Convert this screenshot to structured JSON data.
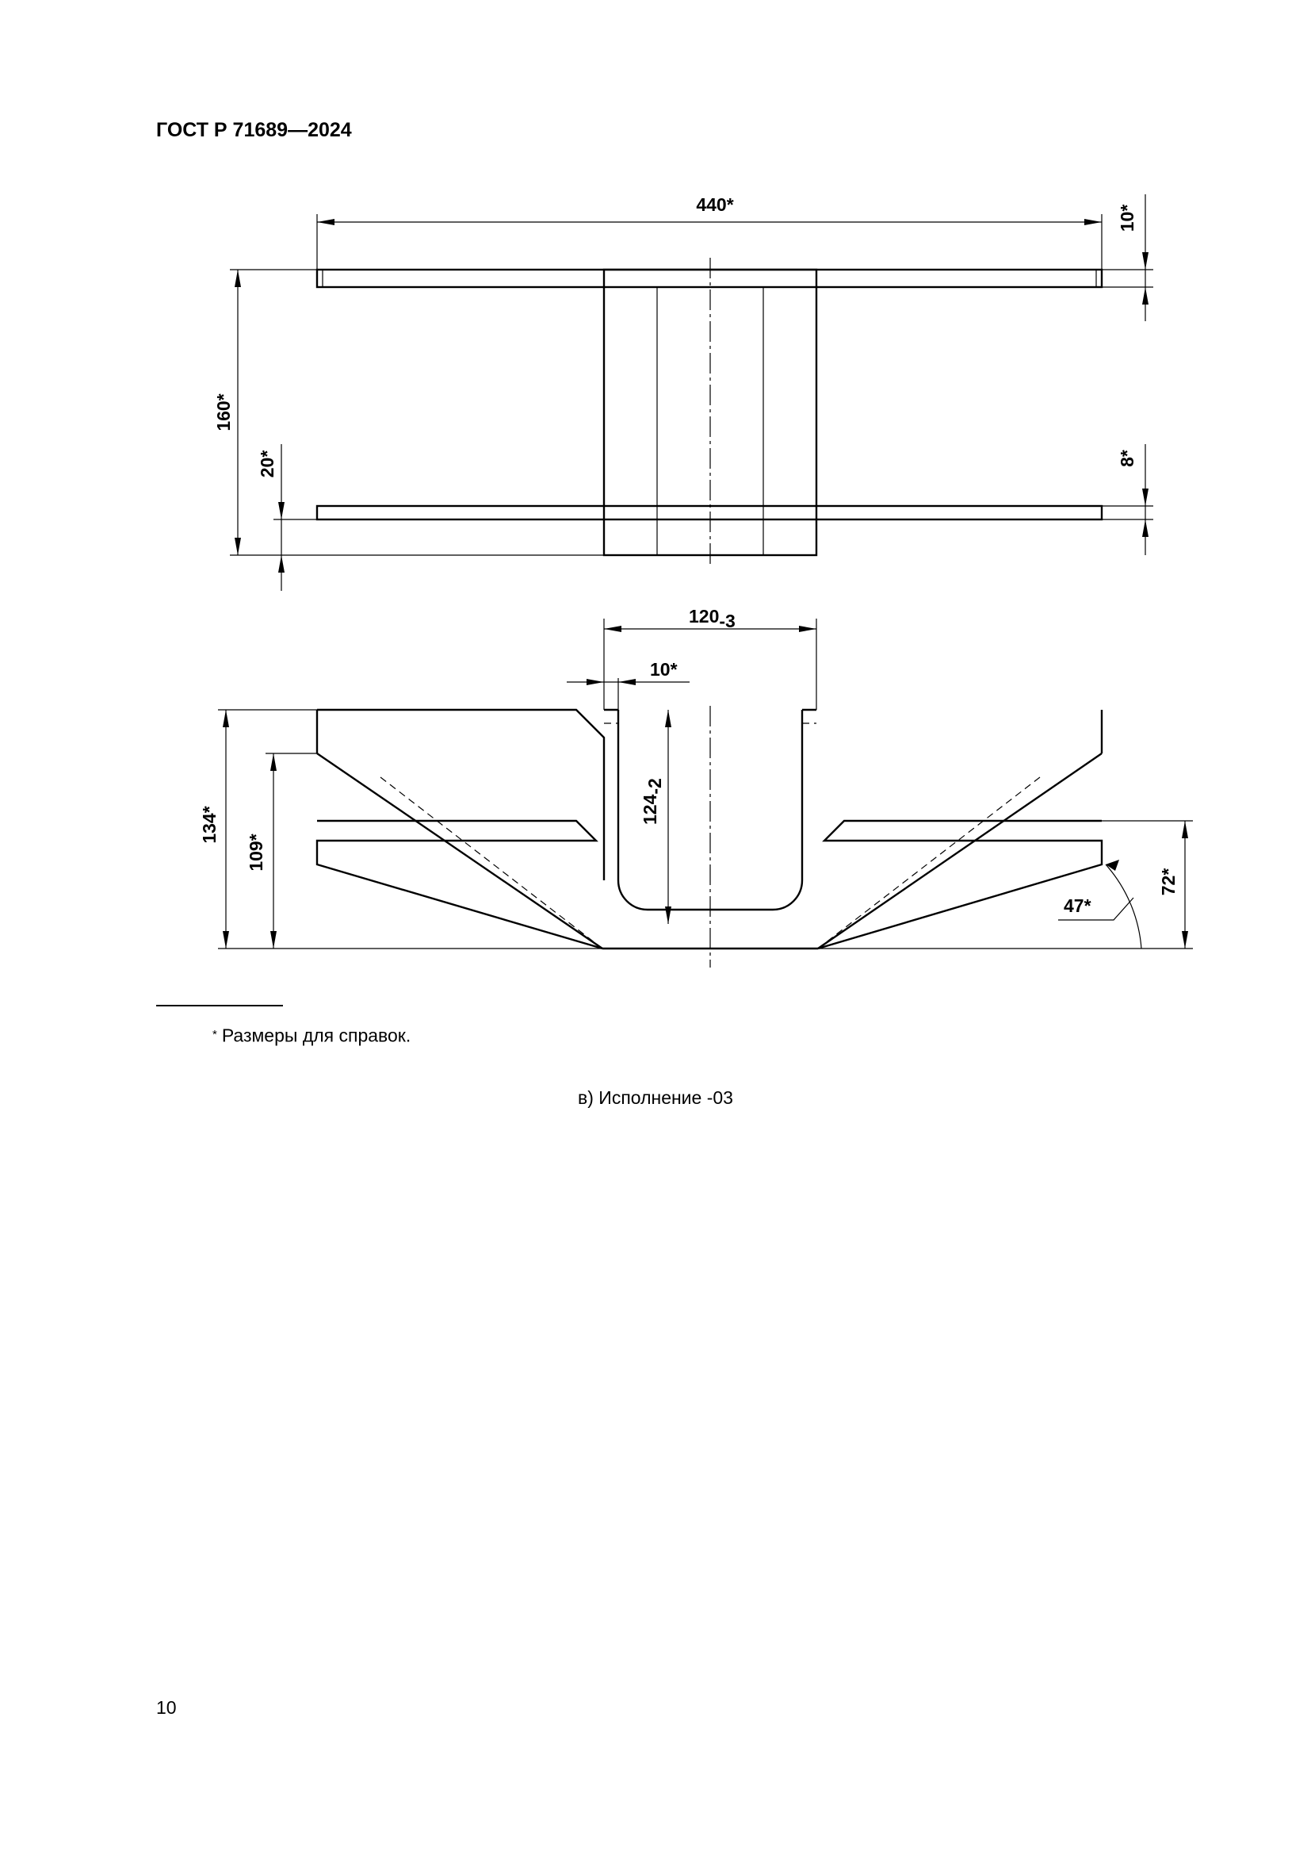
{
  "header": {
    "standard": "ГОСТ Р 71689—2024"
  },
  "drawing": {
    "top_view": {
      "dim_length": "440*",
      "dim_height": "160*",
      "dim_lower_offset": "20*",
      "dim_plate_top": "10*",
      "dim_plate_bottom": "8*"
    },
    "front_view": {
      "dim_width_main": "120",
      "dim_width_tol": "-3",
      "dim_wall": "10*",
      "dim_depth_main": "124",
      "dim_depth_tol": "-2",
      "dim_overall_height": "134*",
      "dim_inner_height": "109*",
      "dim_side_height": "72*",
      "dim_side_offset": "47*"
    }
  },
  "footnote": {
    "mark": "*",
    "text": "Размеры для справок."
  },
  "caption": "в) Исполнение -03",
  "page_number": "10"
}
